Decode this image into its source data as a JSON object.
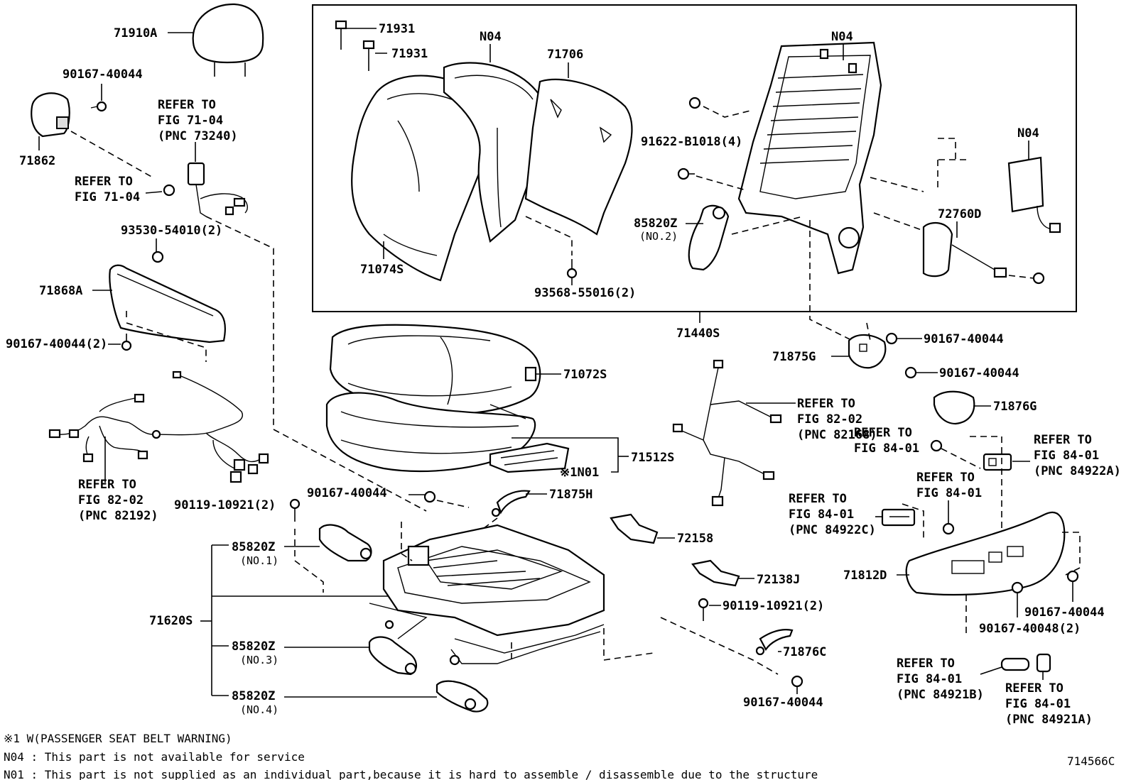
{
  "parts": {
    "p71910A": "71910A",
    "p90167_40044_top": "90167-40044",
    "p71862": "71862",
    "refer_71_04_a": [
      "REFER TO",
      "FIG 71-04",
      "(PNC 73240)"
    ],
    "refer_71_04_b": [
      "REFER TO",
      "FIG 71-04"
    ],
    "p93530": "93530-54010(2)",
    "p71868A": "71868A",
    "p90167_40044_2": "90167-40044(2)",
    "refer_82_02_a": [
      "REFER TO",
      "FIG 82-02",
      "(PNC 82192)"
    ],
    "p90119_a": "90119-10921(2)",
    "p90167_40044_mid": "90167-40044",
    "p85820Z_1": [
      "85820Z",
      "(NO.1)"
    ],
    "p71620S": "71620S",
    "p85820Z_3": [
      "85820Z",
      "(NO.3)"
    ],
    "p85820Z_4": [
      "85820Z",
      "(NO.4)"
    ],
    "p71931_a": "71931",
    "p71931_b": "71931",
    "pN04_a": "N04",
    "p71706": "71706",
    "p71074S": "71074S",
    "p93568": "93568-55016(2)",
    "pN04_b": "N04",
    "p91622": "91622-B1018(4)",
    "p85820Z_2": [
      "85820Z",
      "(NO.2)"
    ],
    "pN04_c": "N04",
    "p72760D": "72760D",
    "p71440S": "71440S",
    "p71072S": "71072S",
    "p71512S": "71512S",
    "p1N01": "※1N01",
    "p71875H": "71875H",
    "p72158": "72158",
    "p72138J": "72138J",
    "p90119_b": "90119-10921(2)",
    "p71876C": "71876C",
    "p90167_40044_bot": "90167-40044",
    "refer_82_02_b": [
      "REFER TO",
      "FIG 82-02",
      "(PNC 82168)"
    ],
    "p71875G": "71875G",
    "p90167_40044_r1": "90167-40044",
    "p90167_40044_r2": "90167-40044",
    "p71876G": "71876G",
    "refer_84_01_a": [
      "REFER TO",
      "FIG 84-01"
    ],
    "refer_84_01_b": [
      "REFER TO",
      "FIG 84-01",
      "(PNC 84922A)"
    ],
    "refer_84_01_c": [
      "REFER TO",
      "FIG 84-01"
    ],
    "refer_84_01_d": [
      "REFER TO",
      "FIG 84-01",
      "(PNC 84922C)"
    ],
    "p71812D": "71812D",
    "p90167_40044_r3": "90167-40044",
    "p90167_40048": "90167-40048(2)",
    "refer_84_01_e": [
      "REFER TO",
      "FIG 84-01",
      "(PNC 84921B)"
    ],
    "refer_84_01_f": [
      "REFER TO",
      "FIG 84-01",
      "(PNC 84921A)"
    ]
  },
  "notes": {
    "n1": "※1 W(PASSENGER SEAT BELT WARNING)",
    "n2": "N04 : This part is not available for service",
    "n3": "N01 : This part is not supplied as an individual part,because it is hard to assemble / disassemble  due to the structure"
  },
  "figure_id": "714566C"
}
